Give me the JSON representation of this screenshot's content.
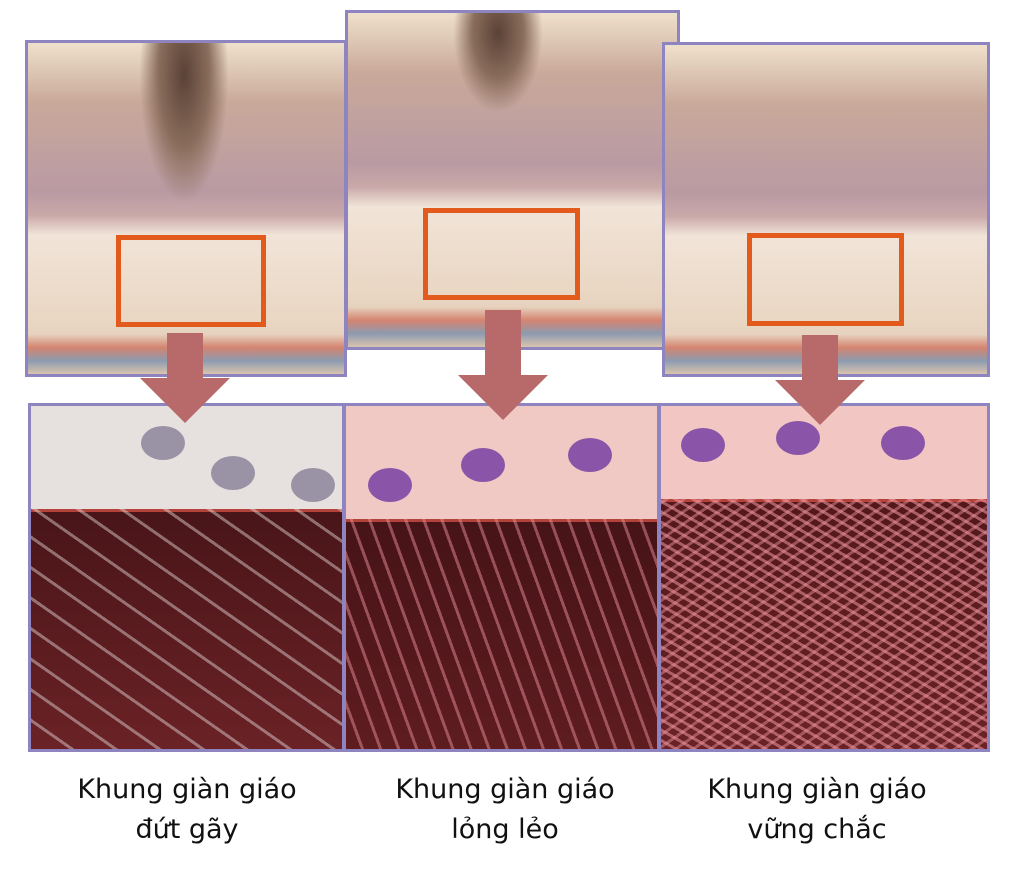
{
  "panels": [
    {
      "caption_line1": "Khung giàn giáo",
      "caption_line2": "đứt gãy"
    },
    {
      "caption_line1": "Khung giàn giáo",
      "caption_line2": "lỏng lẻo"
    },
    {
      "caption_line1": "Khung giàn giáo",
      "caption_line2": "vững chắc"
    }
  ],
  "colors": {
    "frame": "#8e84c0",
    "highlight_box": "#e25a1c",
    "arrow": "#b86a6a"
  }
}
